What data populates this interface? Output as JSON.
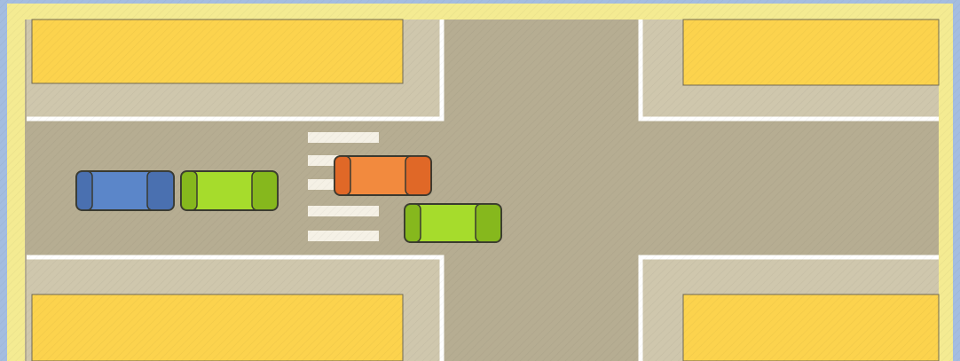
{
  "colors": {
    "background": "#a4bde0",
    "frame": "#f4eb92",
    "road": "#b6ad92",
    "sidewalk": "#cfc7ad",
    "curb": "#ffffff",
    "block": "#fcd34d",
    "crosswalk": "#f5f1e6",
    "outline": "#6f6855"
  },
  "vehicles": [
    {
      "name": "blue-car",
      "color": "#5b86c9",
      "dark": "#3c5f9b",
      "direction": "right"
    },
    {
      "name": "green-car-left",
      "color": "#a6dc2c",
      "dark": "#6b9a12",
      "direction": "right"
    },
    {
      "name": "orange-car",
      "color": "#f28a3e",
      "dark": "#d24d14",
      "direction": "right"
    },
    {
      "name": "green-car-right",
      "color": "#a6dc2c",
      "dark": "#6b9a12",
      "direction": "right"
    }
  ]
}
